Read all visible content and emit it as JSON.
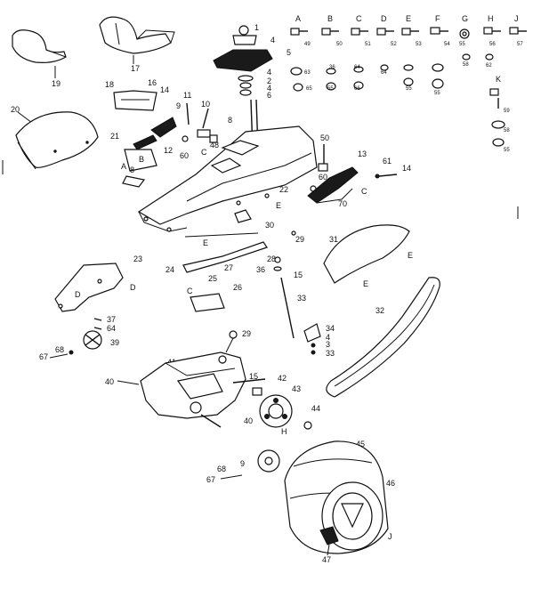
{
  "hardware_keys": [
    "A",
    "B",
    "C",
    "D",
    "E",
    "F",
    "G",
    "H",
    "J",
    "K"
  ],
  "hardware_nums": [
    "49",
    "50",
    "51",
    "52",
    "53",
    "54",
    "55",
    "56",
    "57",
    "58",
    "59",
    "62",
    "63",
    "64",
    "65",
    "66"
  ],
  "extra_num_41": "41",
  "callouts": {
    "n1": "1",
    "n2": "2",
    "n3": "3",
    "n4": "4",
    "n5": "5",
    "n6": "6",
    "n8": "8",
    "n9": "9",
    "n10": "10",
    "n11": "11",
    "n12": "12",
    "n13": "13",
    "n14": "14",
    "n15": "15",
    "n16": "16",
    "n17": "17",
    "n18": "18",
    "n19": "19",
    "n20": "20",
    "n21": "21",
    "n22": "22",
    "n23": "23",
    "n24": "24",
    "n25": "25",
    "n26": "26",
    "n27": "27",
    "n28": "28",
    "n29": "29",
    "n30": "30",
    "n31": "31",
    "n32": "32",
    "n33": "33",
    "n34": "34",
    "n35": "35",
    "n36": "36",
    "n37": "37",
    "n39": "39",
    "n40": "40",
    "n42": "42",
    "n43": "43",
    "n44": "44",
    "n45": "45",
    "n46": "46",
    "n47": "47",
    "n48": "48",
    "n50": "50",
    "n60": "60",
    "n61": "61",
    "n64": "64",
    "n67": "67",
    "n68": "68",
    "n70": "70"
  },
  "letters": {
    "A": "A",
    "B": "B",
    "C": "C",
    "D": "D",
    "E": "E",
    "H": "H",
    "J": "J",
    "K": "K"
  }
}
